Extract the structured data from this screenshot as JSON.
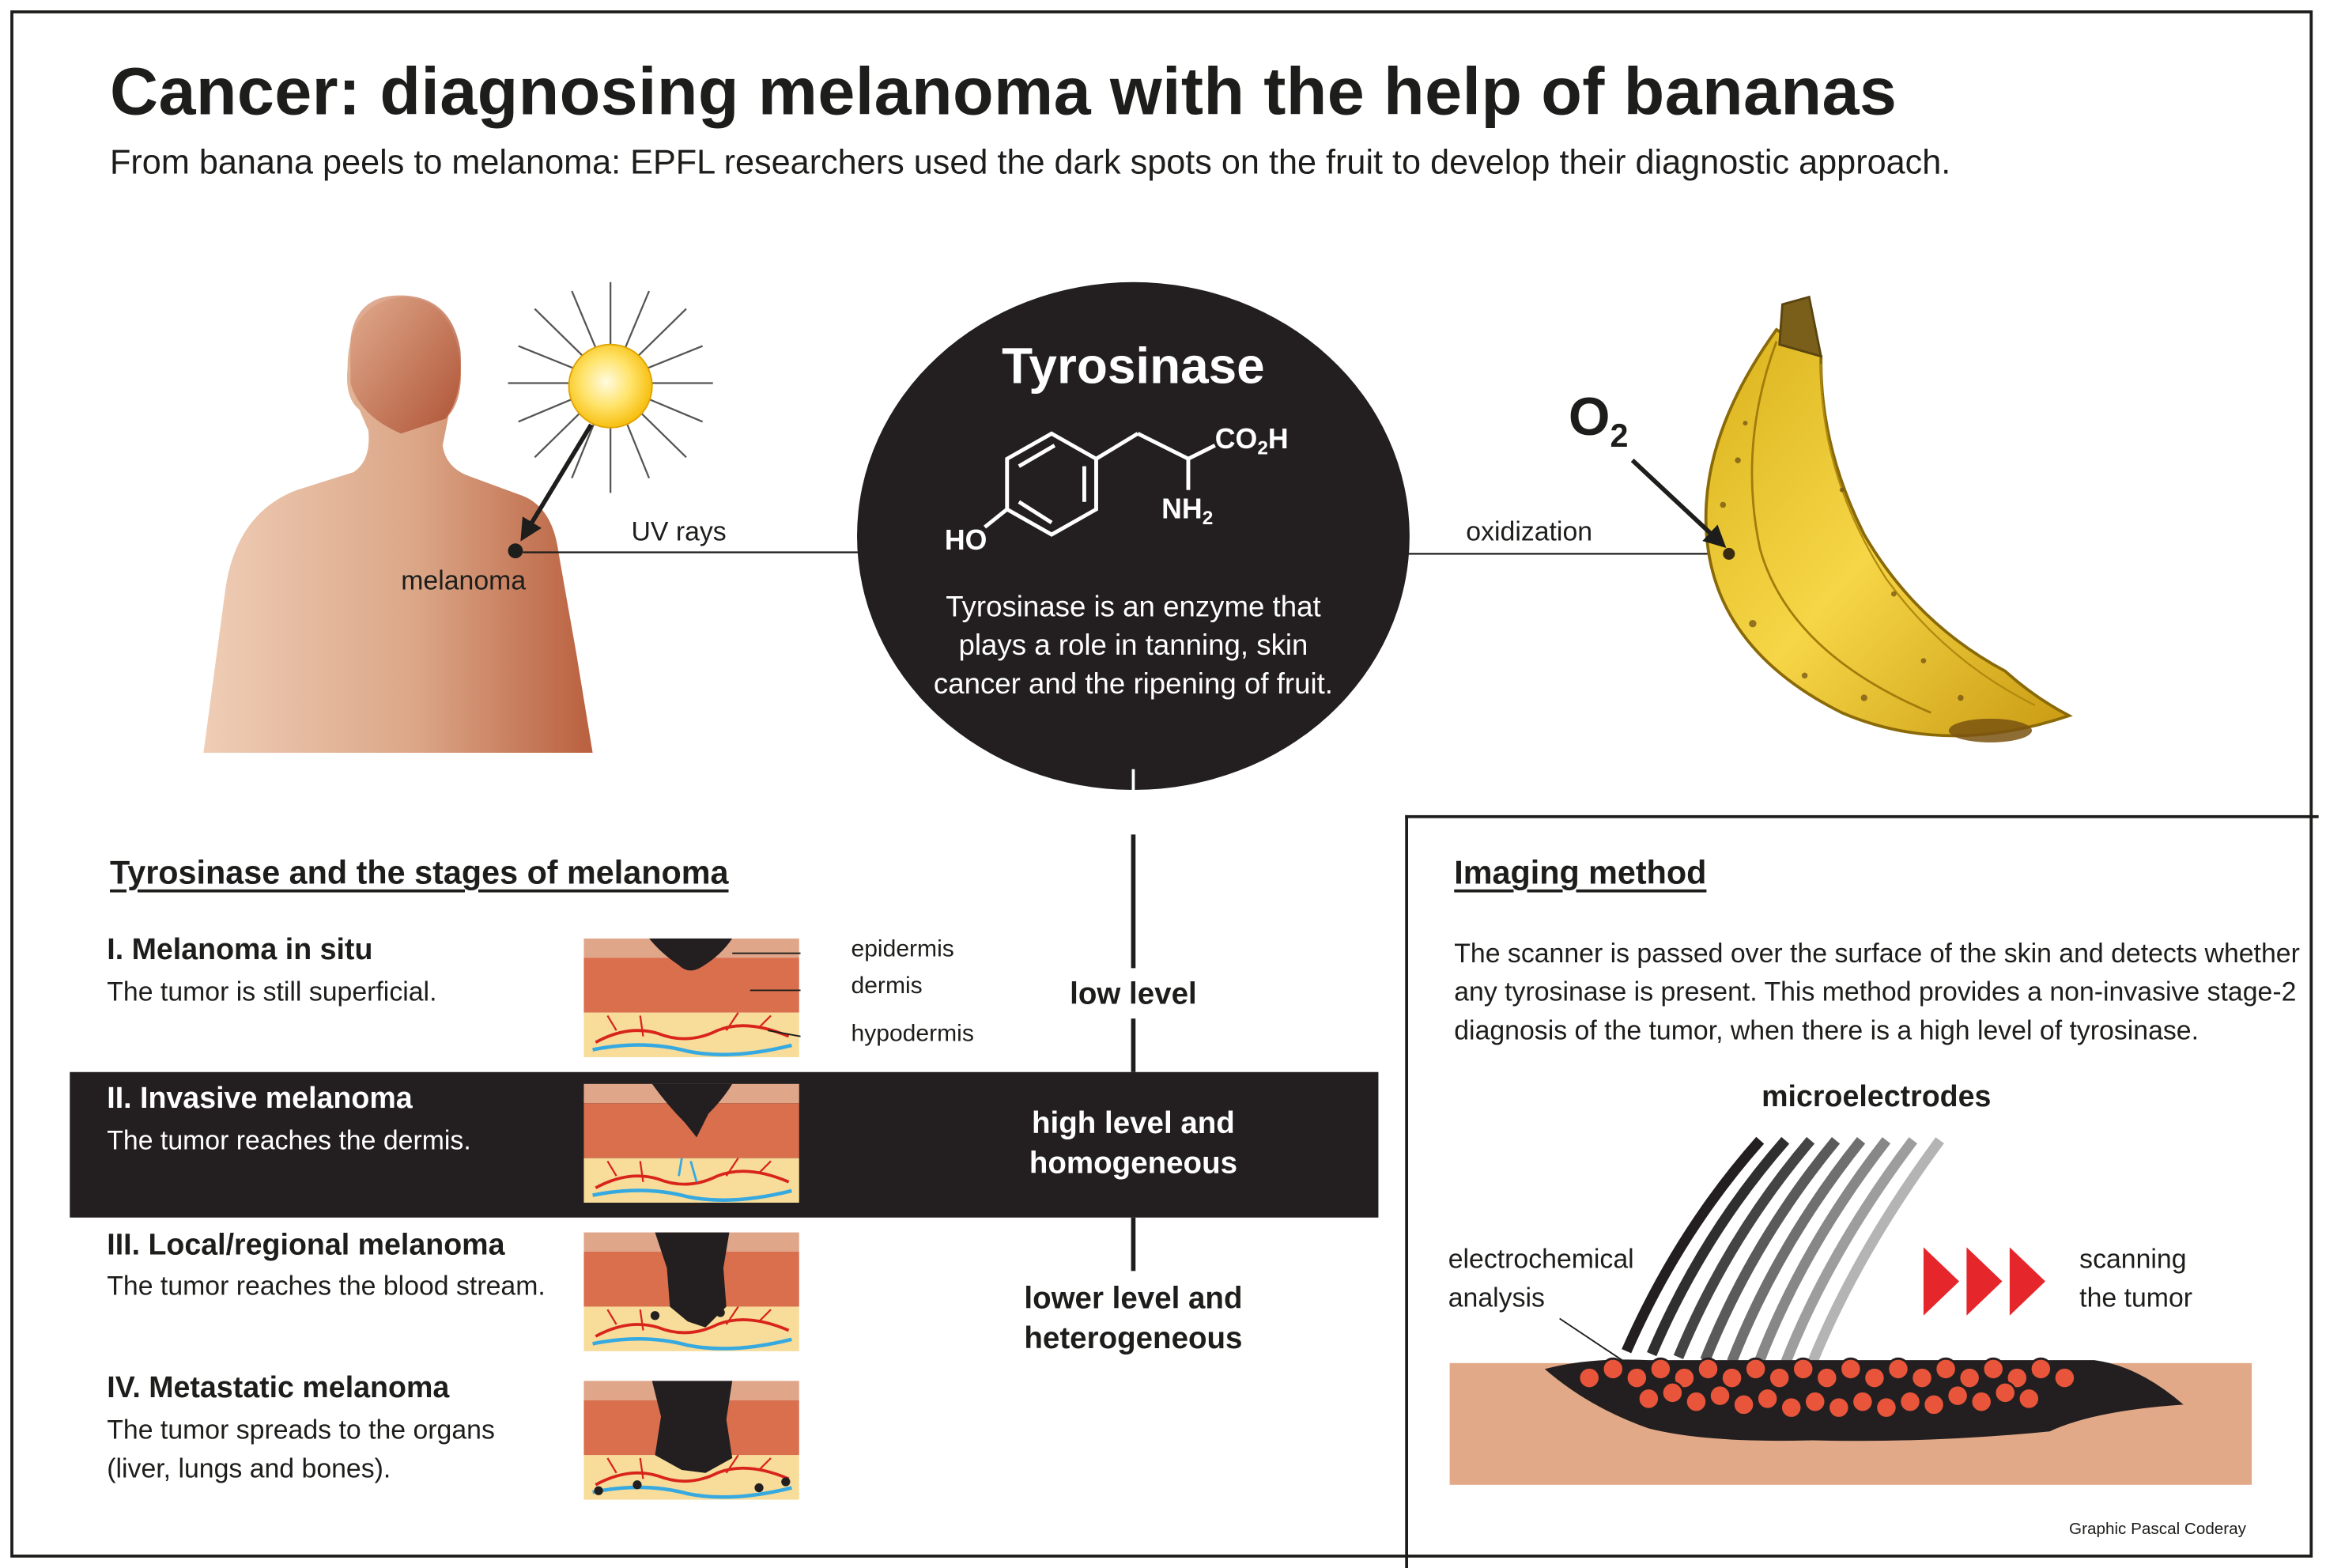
{
  "title": "Cancer: diagnosing melanoma with the help of bananas",
  "subtitle": "From banana peels to melanoma: EPFL researchers used the dark spots on the fruit to develop their diagnostic approach.",
  "tyrosinase": {
    "heading": "Tyrosinase",
    "formula": {
      "co2h_a": "CO",
      "co2h_sub": "2",
      "co2h_b": "H",
      "nh2_a": "NH",
      "nh2_sub": "2",
      "ho": "HO"
    },
    "description": "Tyrosinase is an enzyme that plays a role in tanning, skin cancer and the ripening of fruit."
  },
  "human": {
    "spot_label": "melanoma",
    "ray_label": "UV rays"
  },
  "banana": {
    "o_label": "O",
    "o_sub": "2",
    "process_label": "oxidization"
  },
  "stages": {
    "heading": "Tyrosinase and the stages of melanoma",
    "layer_labels": [
      "epidermis",
      "dermis",
      "hypodermis"
    ],
    "items": [
      {
        "name": "I. Melanoma in situ",
        "desc": [
          "The tumor is still superficial."
        ]
      },
      {
        "name": "II. Invasive melanoma",
        "desc": [
          "The tumor reaches the dermis."
        ]
      },
      {
        "name": "III. Local/regional melanoma",
        "desc": [
          "The tumor reaches the blood stream."
        ]
      },
      {
        "name": "IV. Metastatic melanoma",
        "desc": [
          "The tumor spreads to the organs",
          "(liver, lungs and bones)."
        ]
      }
    ],
    "levels": [
      [
        "low level"
      ],
      [
        "high level and",
        "homogeneous"
      ],
      [
        "lower level and",
        "heterogeneous"
      ]
    ]
  },
  "imaging": {
    "heading": "Imaging method",
    "text": "The scanner is passed over the surface of the skin and detects whether any tyrosinase is present. This method provides a non-invasive stage-2 diagnosis of the tumor, when there is a high level of tyrosinase.",
    "electrodes_label": "microelectrodes",
    "analysis_label": [
      "electrochemical",
      "analysis"
    ],
    "scan_label": [
      "scanning",
      "the tumor"
    ]
  },
  "credit": "Graphic Pascal Coderay",
  "colors": {
    "ink": "#231f20",
    "skin_light": "#e8bfa5",
    "skin_dark": "#b5583c",
    "sun": "#ffd21f",
    "banana": "#f2cf3a",
    "epidermis": "#e0a68a",
    "dermis": "#d96f4d",
    "hypodermis": "#f7dc9a",
    "vessel_red": "#d9241c",
    "vessel_blue": "#36a9e1",
    "arrow_red": "#e5262b"
  }
}
